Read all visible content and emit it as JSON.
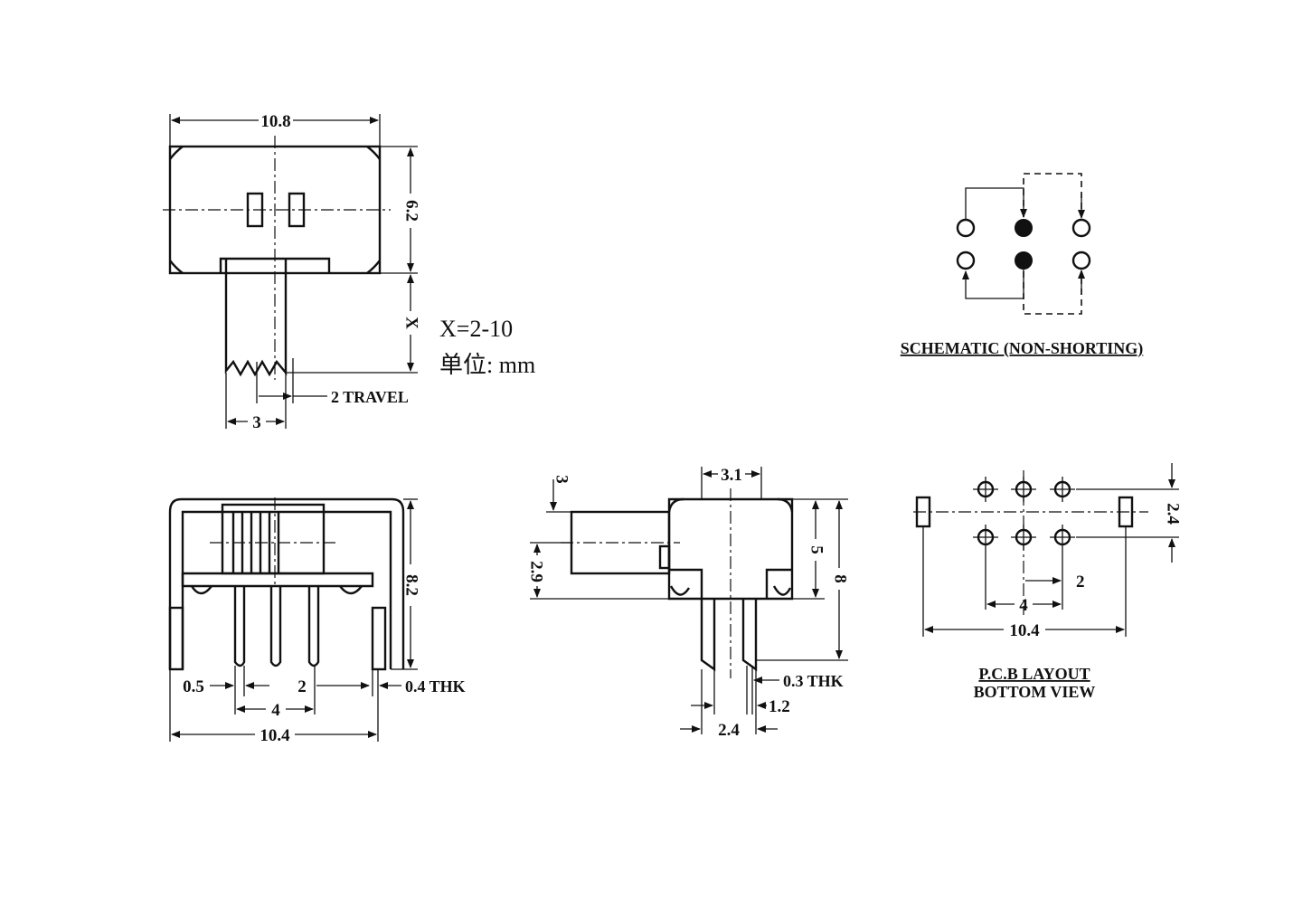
{
  "top_view": {
    "width_label": "10.8",
    "height_label": "6.2",
    "stroke_label": "X",
    "travel_label": "2 TRAVEL",
    "knob_label": "3"
  },
  "notes": {
    "x_range": "X=2-10",
    "unit_label": "单位: mm"
  },
  "schematic": {
    "title": "SCHEMATIC (NON-SHORTING)"
  },
  "front_view": {
    "left_pin_label": "0.5",
    "pitch_label": "2",
    "span_label": "4",
    "thickness_label": "0.4 THK",
    "width_label": "10.4",
    "height_label": "8.2"
  },
  "side_view": {
    "body_label": "3.1",
    "knob_offset_label": "3",
    "knob_height_label": "2.9",
    "body_height_label": "5",
    "total_height_label": "8",
    "thickness_label": "0.3 THK",
    "pin_label": "1.2",
    "pin_spacing_label": "2.4"
  },
  "pcb_layout": {
    "row_pitch_label": "2.4",
    "pitch_label": "2",
    "span_label": "4",
    "width_label": "10.4",
    "title_line1": "P.C.B LAYOUT",
    "title_line2": "BOTTOM VIEW"
  }
}
